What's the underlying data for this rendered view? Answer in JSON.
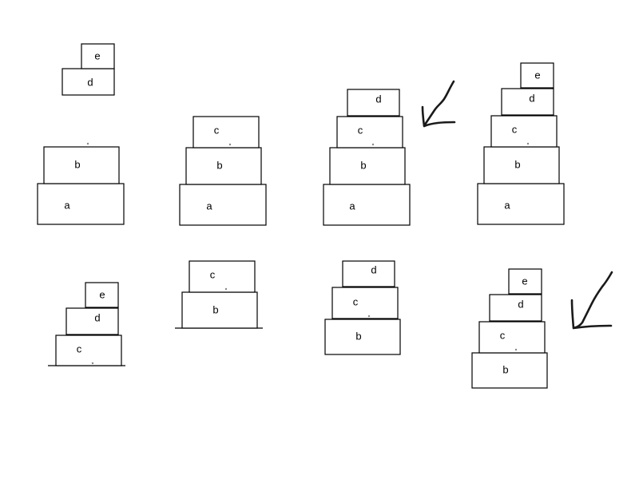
{
  "diagram": {
    "style": {
      "stroke": "#000000",
      "background": "#ffffff",
      "dot": "#888888"
    },
    "top_row": [
      {
        "blocks": [
          "d",
          "e"
        ]
      },
      {
        "blocks": [
          "a",
          "b"
        ]
      },
      {
        "blocks": [
          "a",
          "b",
          "c"
        ]
      },
      {
        "blocks": [
          "a",
          "b",
          "c",
          "d"
        ],
        "marked": true
      },
      {
        "blocks": [
          "a",
          "b",
          "c",
          "d",
          "e"
        ]
      }
    ],
    "bottom_row": [
      {
        "blocks": [
          "c",
          "d",
          "e"
        ]
      },
      {
        "blocks": [
          "b",
          "c"
        ]
      },
      {
        "blocks": [
          "b",
          "c",
          "d"
        ]
      },
      {
        "blocks": [
          "b",
          "c",
          "d",
          "e"
        ],
        "marked": true
      }
    ],
    "labels": {
      "a": "a",
      "b": "b",
      "c": "c",
      "d": "d",
      "e": "e"
    }
  }
}
